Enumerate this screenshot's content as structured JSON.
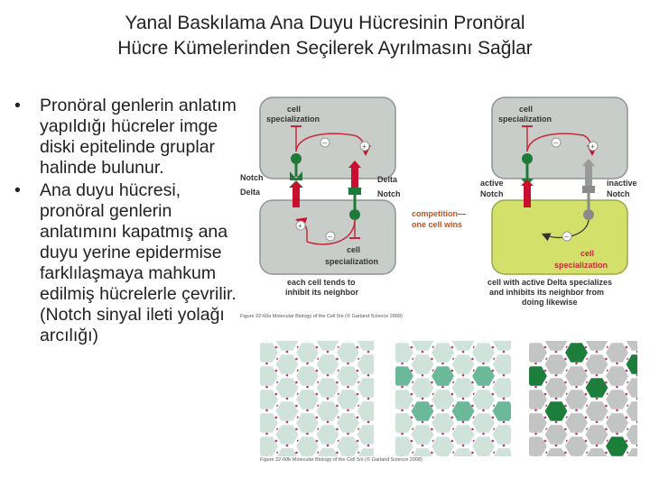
{
  "slide": {
    "title_line1": "Yanal Baskılama Ana Duyu Hücresinin Pronöral",
    "title_line2": "Hücre Kümelerinden Seçilerek Ayrılmasını Sağlar",
    "bullet_symbol": "•",
    "bullets": [
      "Pronöral genlerin anlatım yapıldığı hücreler imge diski epitelinde gruplar halinde bulunur.",
      "Ana duyu hücresi, pronöral genlerin anlatımını kapatmış ana duyu yerine epidermise farklılaşmaya mahkum edilmiş hücrelerle çevrilir. (Notch sinyal ileti yolağı arcılığı)"
    ]
  },
  "diagram": {
    "left": {
      "top_label_1": "cell",
      "top_label_2": "specialization",
      "bottom_label_1": "cell",
      "bottom_label_2": "specialization",
      "notch_left": "Notch",
      "delta_left": "Delta",
      "delta_right": "Delta",
      "notch_right": "Notch",
      "caption_1": "each cell tends to",
      "caption_2": "inhibit its neighbor"
    },
    "competition_1": "competition—",
    "competition_2": "one cell wins",
    "right": {
      "top_label_1": "cell",
      "top_label_2": "specialization",
      "bottom_label_1": "cell",
      "bottom_label_2": "specialization",
      "active_1": "active",
      "active_2": "Notch",
      "inactive_1": "inactive",
      "inactive_2": "Notch",
      "caption_1": "cell with active Delta specializes",
      "caption_2": "and inhibits its neighbor from",
      "caption_3": "doing likewise"
    },
    "figure_credit": "Figure 22-60a  Molecular Biology of the Cell 5/e (© Garland Science 2008)",
    "hex_credit": "Figure 22-60b  Molecular Biology of the Cell 5/e (© Garland Science 2008)"
  },
  "colors": {
    "cell_gray": "#c9cdca",
    "cell_border": "#8f9590",
    "cell_yellow_green": "#d3e06a",
    "dark_green": "#1f7a3a",
    "hex_teal": "#6bb89a",
    "hex_dark": "#1d7d3b",
    "hex_light": "#cfe3da",
    "hex_gray": "#c2c5c3",
    "inhibit_red": "#c42a3a",
    "arrow_red": "#c8102e",
    "competition_orange": "#c2521c"
  }
}
